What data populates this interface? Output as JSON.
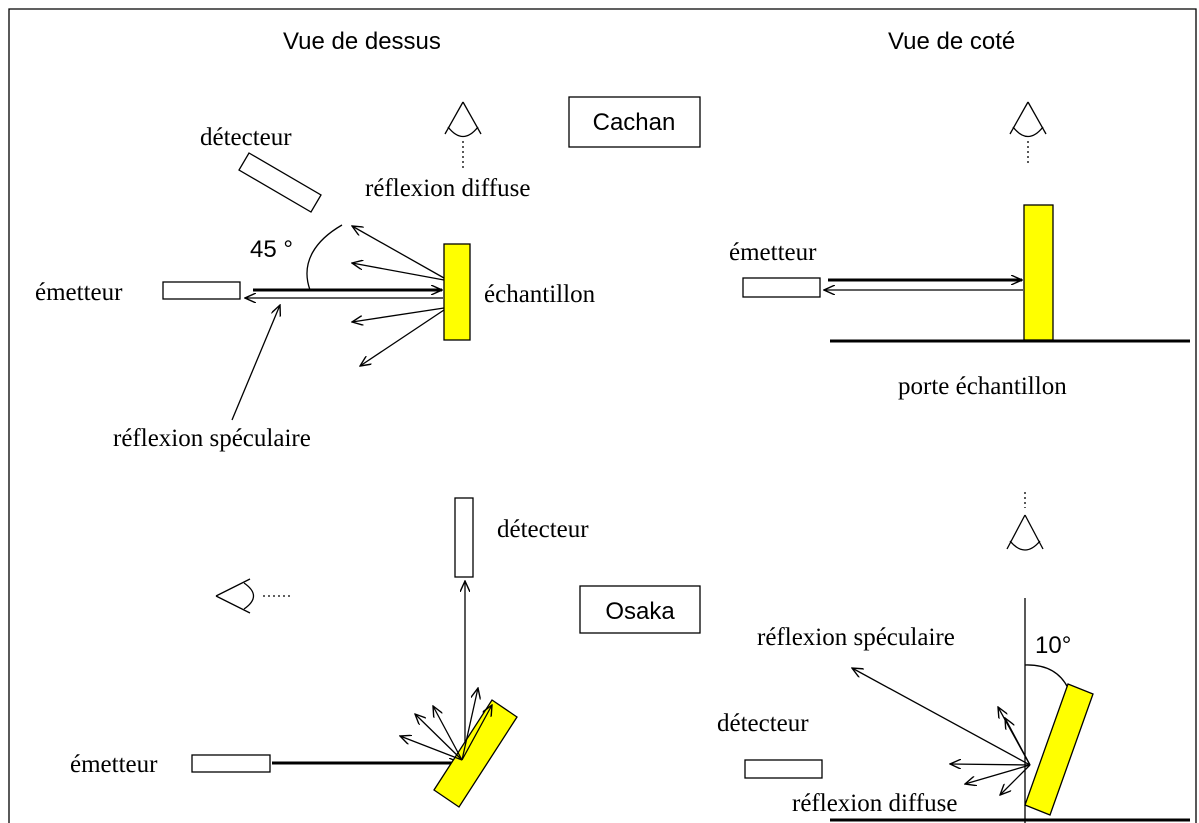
{
  "views": {
    "top_title": "Vue de dessus",
    "side_title": "Vue de coté"
  },
  "cachan": {
    "site": "Cachan",
    "detector": "détecteur",
    "diffuse": "réflexion diffuse",
    "angle": "45 °",
    "emitter": "émetteur",
    "sample": "échantillon",
    "specular": "réflexion spéculaire",
    "side_emitter": "émetteur",
    "holder": "porte échantillon"
  },
  "osaka": {
    "site": "Osaka",
    "detector": "détecteur",
    "emitter": "émetteur",
    "specular": "réflexion spéculaire",
    "angle": "10°",
    "side_detector": "détecteur",
    "diffuse": "réflexion diffuse"
  },
  "colors": {
    "sample": "#ffff00",
    "stroke": "#000000"
  }
}
